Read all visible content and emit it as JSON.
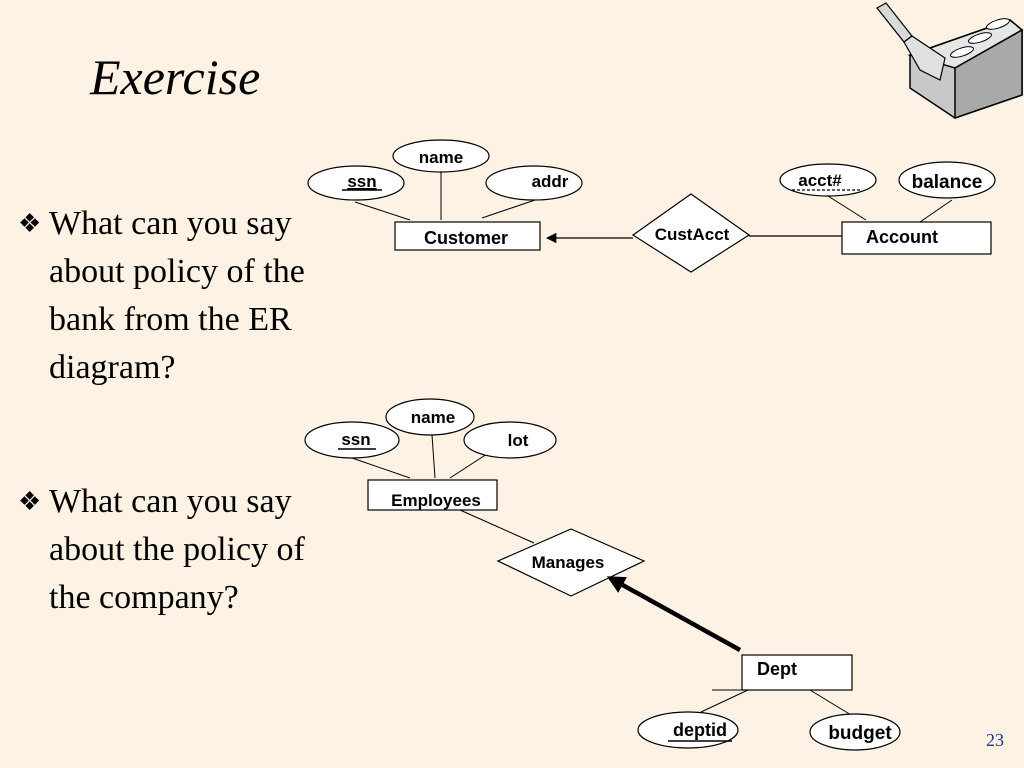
{
  "slide": {
    "title": "Exercise",
    "bullet_marker": "❖",
    "page_number": "23"
  },
  "bullets": [
    "What can you say about policy of the bank from the ER diagram?",
    "What can you say about the policy of the company?"
  ],
  "bank_diagram": {
    "customer": "Customer",
    "customer_attrs": {
      "name": "name",
      "ssn": "ssn",
      "addr": "addr"
    },
    "relationship": "CustAcct",
    "account": "Account",
    "account_attrs": {
      "acct": "acct#",
      "balance": "balance"
    }
  },
  "company_diagram": {
    "employees": "Employees",
    "employee_attrs": {
      "name": "name",
      "ssn": "ssn",
      "lot": "lot"
    },
    "relationship": "Manages",
    "dept": "Dept",
    "dept_attrs": {
      "deptid": "deptid",
      "budget": "budget"
    }
  },
  "colors": {
    "background": "#fdf2e3",
    "page_number": "#1a3a8a"
  }
}
